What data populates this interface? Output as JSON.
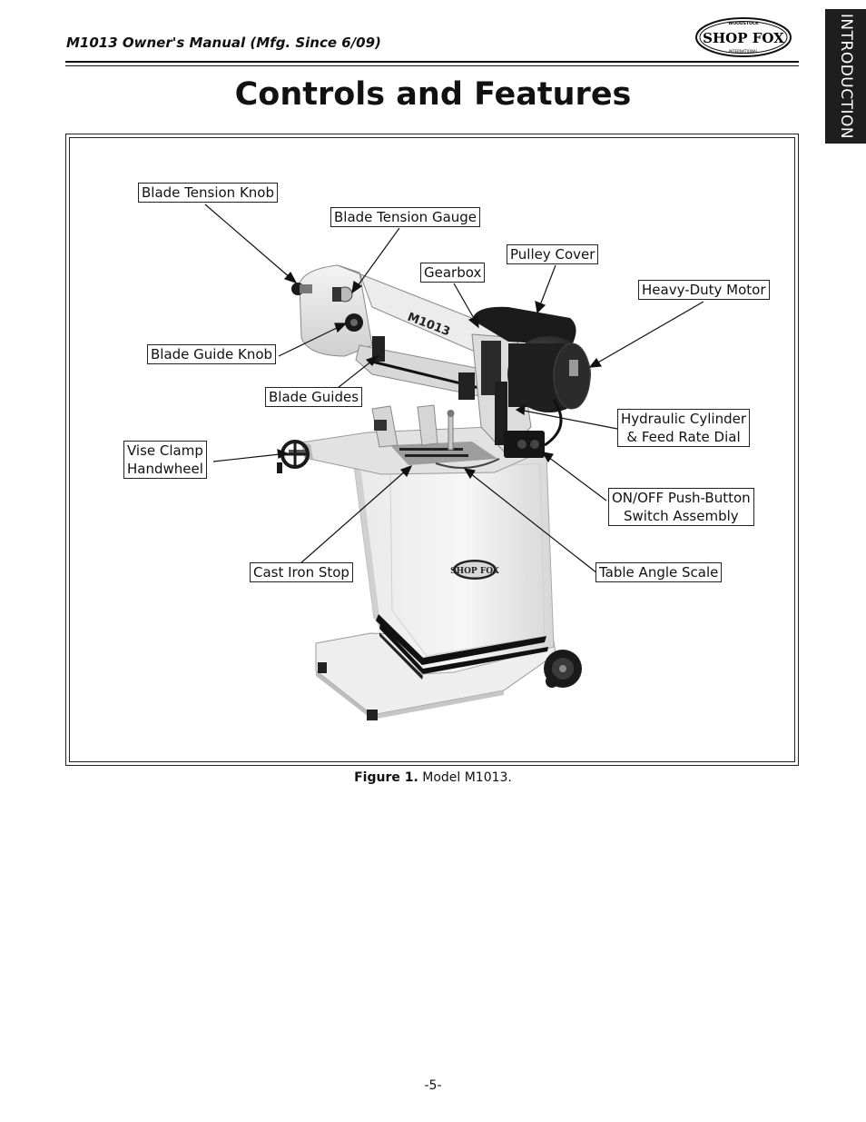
{
  "header": {
    "manual_title": "M1013 Owner's Manual (Mfg. Since 6/09)",
    "logo_text": "SHOP FOX",
    "logo_top_text": "WOODSTOCK",
    "logo_bottom_text": "INTERNATIONAL"
  },
  "side_tab": {
    "label": "INTRODUCTION"
  },
  "page_title": "Controls and Features",
  "figure": {
    "machine_model_mark": "M1013",
    "machine_logo": "SHOP FOX",
    "callouts": {
      "blade_tension_knob": "Blade Tension Knob",
      "blade_tension_gauge": "Blade Tension Gauge",
      "pulley_cover": "Pulley Cover",
      "gearbox": "Gearbox",
      "heavy_duty_motor": "Heavy-Duty Motor",
      "blade_guide_knob": "Blade Guide Knob",
      "blade_guides": "Blade Guides",
      "hydraulic_cylinder_line1": "Hydraulic Cylinder",
      "hydraulic_cylinder_line2": "& Feed Rate Dial",
      "vise_clamp_line1": "Vise Clamp",
      "vise_clamp_line2": "Handwheel",
      "on_off_line1": "ON/OFF Push-Button",
      "on_off_line2": "Switch Assembly",
      "cast_iron_stop": "Cast Iron Stop",
      "table_angle_scale": "Table Angle Scale"
    },
    "caption_label": "Figure 1.",
    "caption_text": "Model M1013."
  },
  "page_number": "-5-"
}
